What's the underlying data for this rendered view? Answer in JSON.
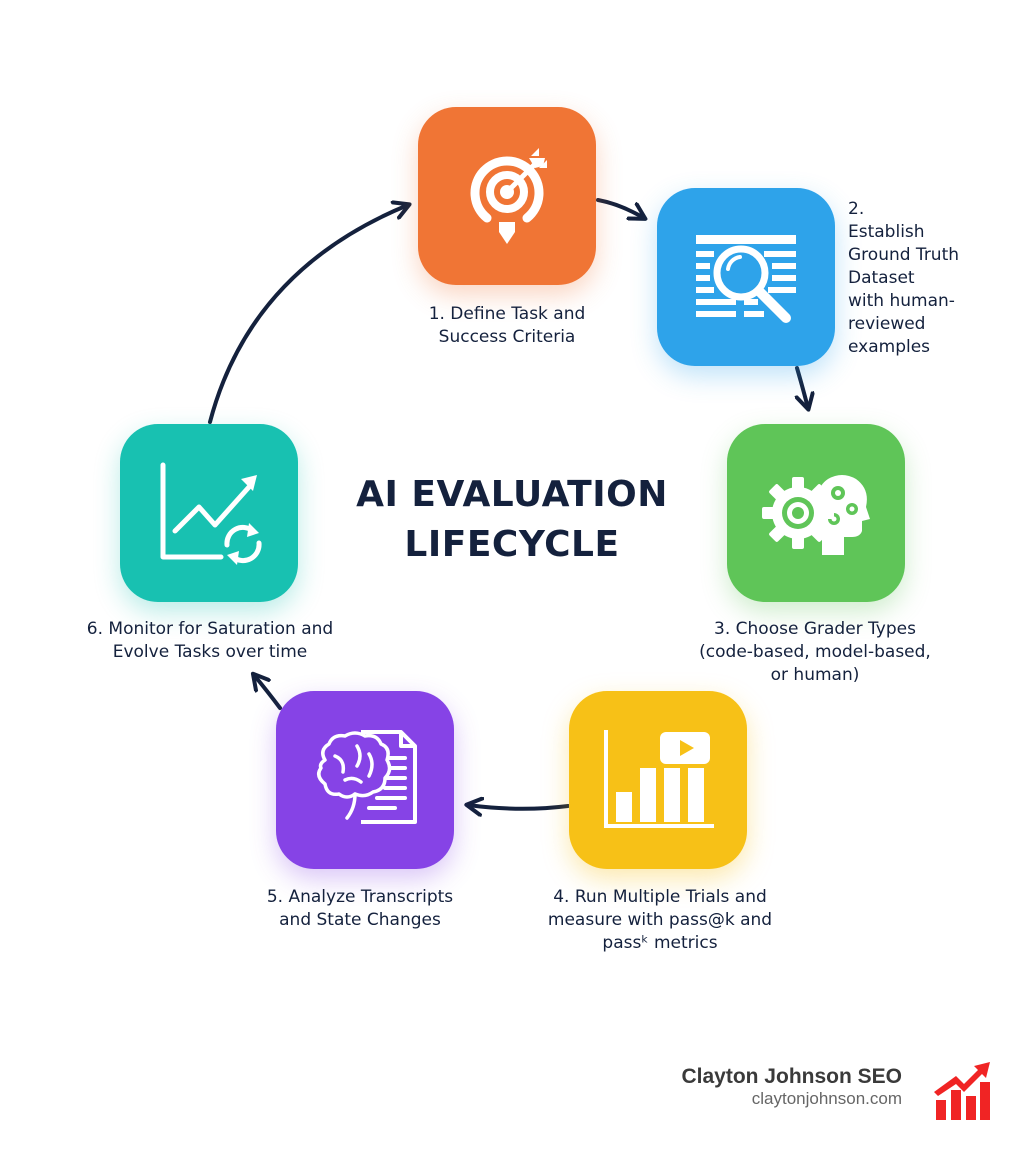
{
  "title": {
    "line1": "AI EVALUATION",
    "line2": "LIFECYCLE"
  },
  "steps": [
    {
      "number": 1,
      "icon": "target-arrow-icon",
      "color": "#f07535",
      "lines": [
        "1. Define Task and",
        "Success Criteria"
      ]
    },
    {
      "number": 2,
      "icon": "document-magnifier-icon",
      "color": "#2ea3ea",
      "lines": [
        "2.",
        "Establish",
        "Ground Truth",
        "Dataset",
        "with human-",
        "reviewed",
        "examples"
      ]
    },
    {
      "number": 3,
      "icon": "gear-head-icon",
      "color": "#5fc558",
      "lines": [
        "3. Choose Grader Types",
        "(code-based, model-based,",
        "or human)"
      ]
    },
    {
      "number": 4,
      "icon": "bar-chart-play-icon",
      "color": "#f7c117",
      "lines": [
        "4. Run Multiple Trials and",
        "measure with pass@k and",
        "passᵏ metrics"
      ]
    },
    {
      "number": 5,
      "icon": "brain-document-icon",
      "color": "#8643e6",
      "lines": [
        "5. Analyze Transcripts",
        "and State Changes"
      ]
    },
    {
      "number": 6,
      "icon": "trend-chart-refresh-icon",
      "color": "#18c1b1",
      "lines": [
        "6. Monitor for Saturation and",
        "Evolve Tasks over time"
      ]
    }
  ],
  "arrow_color": "#14213d",
  "brand": {
    "name": "Clayton Johnson SEO",
    "url": "claytonjohnson.com",
    "logo_icon": "red-growth-chart-icon",
    "logo_color": "#f02424"
  }
}
